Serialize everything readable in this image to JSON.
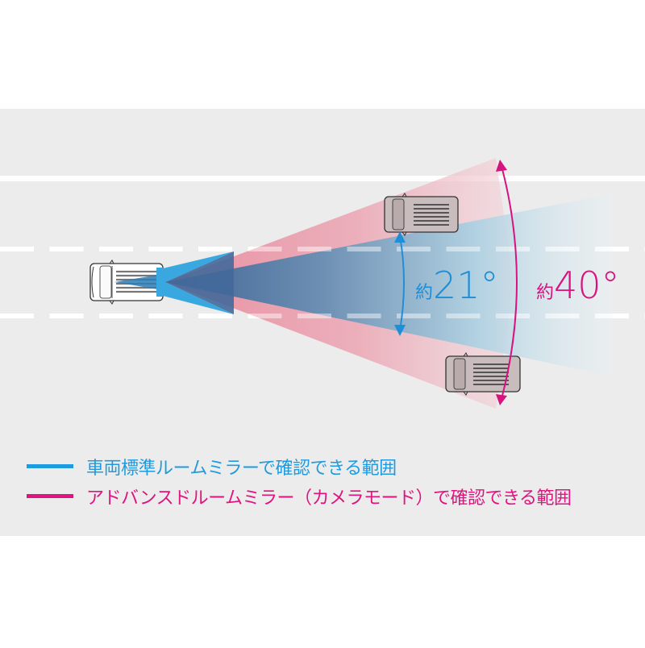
{
  "diagram": {
    "background_color": "#ffffff",
    "road_color": "#ececec",
    "lane_line_color": "#ffffff",
    "narrow_angle": {
      "prefix": "約",
      "value": "21°",
      "color": "#1e8fd6"
    },
    "wide_angle": {
      "prefix": "約",
      "value": "40°",
      "color": "#d8127e"
    },
    "vehicles": [
      {
        "name": "own-vehicle",
        "role": "subject"
      },
      {
        "name": "vehicle-upper-lane",
        "role": "other"
      },
      {
        "name": "vehicle-lower-lane",
        "role": "other"
      }
    ]
  },
  "legend": {
    "items": [
      {
        "label": "車両標準ルームミラーで確認できる範囲",
        "color": "#1e9be0"
      },
      {
        "label": "アドバンスドルームミラー（カメラモード）で確認できる範囲",
        "color": "#e0137f"
      }
    ]
  }
}
